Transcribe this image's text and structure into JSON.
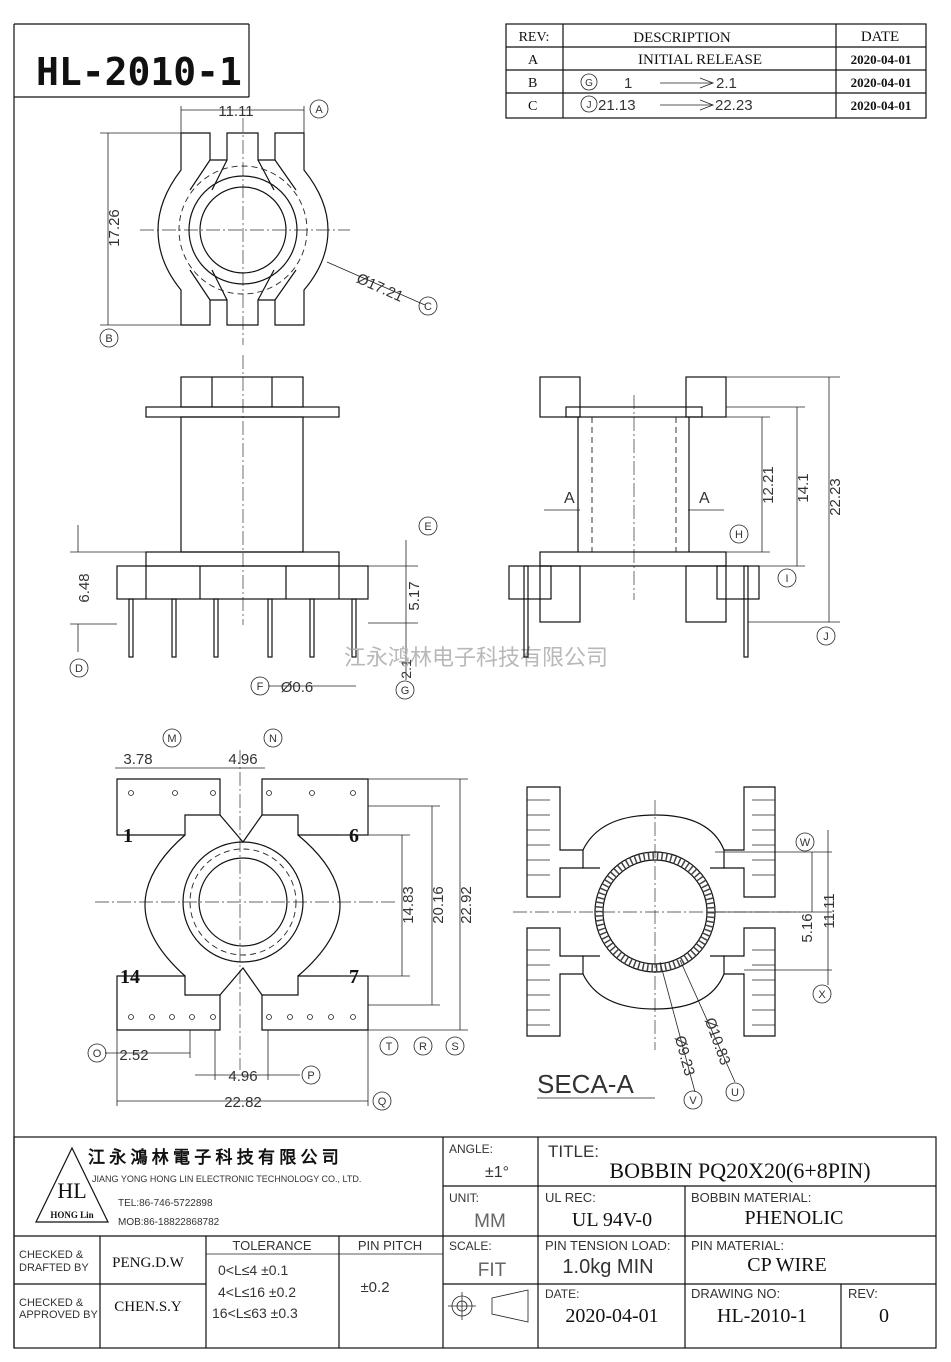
{
  "part_number": "HL-2010-1",
  "revisions": {
    "headers": {
      "rev": "REV:",
      "description": "DESCRIPTION",
      "date": "DATE"
    },
    "rows": [
      {
        "rev": "A",
        "tag": "",
        "from": "INITIAL RELEASE",
        "to": "",
        "date": "2020-04-01"
      },
      {
        "rev": "B",
        "tag": "G",
        "from": "1",
        "to": "2.1",
        "date": "2020-04-01"
      },
      {
        "rev": "C",
        "tag": "J",
        "from": "21.13",
        "to": "22.23",
        "date": "2020-04-01"
      }
    ]
  },
  "dims": {
    "a": "11.11",
    "a_tag": "A",
    "b": "17.26",
    "b_tag": "B",
    "c": "Ø17.21",
    "c_tag": "C",
    "d": "6.48",
    "d_tag": "D",
    "e_tag": "E",
    "e": "5.17",
    "f": "Ø0.6",
    "f_tag": "F",
    "g": "2.1",
    "g_tag": "G",
    "h": "12.21",
    "h_tag": "H",
    "i": "14.1",
    "i_tag": "I",
    "j": "22.23",
    "j_tag": "J",
    "m": "3.78",
    "m_tag": "M",
    "n": "4.96",
    "n_tag": "N",
    "pin1": "1",
    "pin6": "6",
    "pin14": "14",
    "pin7": "7",
    "t": "14.83",
    "t_tag": "T",
    "r": "20.16",
    "r_tag": "R",
    "s": "22.92",
    "s_tag": "S",
    "o": "2.52",
    "o_tag": "O",
    "p": "4.96",
    "p_tag": "P",
    "q": "22.82",
    "q_tag": "Q",
    "w": "5.16",
    "w_tag": "W",
    "x": "11.11",
    "x_tag": "X",
    "u": "Ø10.83",
    "u_tag": "U",
    "v": "Ø9.23",
    "v_tag": "V",
    "section_mark": "A",
    "section_label": "SECA-A"
  },
  "watermark": "江永鸿林电子科技有限公司",
  "company": {
    "name_cn": "江 永 鴻 林 電 子 科 技 有 限 公 司",
    "name_en": "JIANG YONG HONG LIN ELECTRONIC TECHNOLOGY CO., LTD.",
    "tel": "TEL:86-746-5722898",
    "mob": "MOB:86-18822868782",
    "logo_letters": "HL",
    "logo_sub": "HONG Lin"
  },
  "title_block": {
    "angle_label": "ANGLE:",
    "angle_value": "±1°",
    "title_label": "TITLE:",
    "title_value": "BOBBIN PQ20X20(6+8PIN)",
    "unit_label": "UNIT:",
    "unit_value": "MM",
    "ul_label": "UL REC:",
    "ul_value": "UL 94V-0",
    "bobbin_mat_label": "BOBBIN MATERIAL:",
    "bobbin_mat_value": "PHENOLIC",
    "checked_drafted_label_1": "CHECKED &",
    "checked_drafted_label_2": "DRAFTED BY",
    "checked_drafted_value": "PENG.D.W",
    "tolerance_label": "TOLERANCE",
    "tol_1": "0<L≤4   ±0.1",
    "tol_2": "4<L≤16 ±0.2",
    "tol_3": "16<L≤63 ±0.3",
    "pin_pitch_label": "PIN PITCH",
    "pin_pitch_value": "±0.2",
    "scale_label": "SCALE:",
    "scale_value": "FIT",
    "pin_tension_label": "PIN TENSION LOAD:",
    "pin_tension_value": "1.0kg MIN",
    "pin_mat_label": "PIN MATERIAL:",
    "pin_mat_value": "CP WIRE",
    "checked_approved_label_1": "CHECKED &",
    "checked_approved_label_2": "APPROVED BY",
    "checked_approved_value": "CHEN.S.Y",
    "date_label": "DATE:",
    "date_value": "2020-04-01",
    "drawing_no_label": "DRAWING NO:",
    "drawing_no_value": "HL-2010-1",
    "rev_label": "REV:",
    "rev_value": "0"
  }
}
